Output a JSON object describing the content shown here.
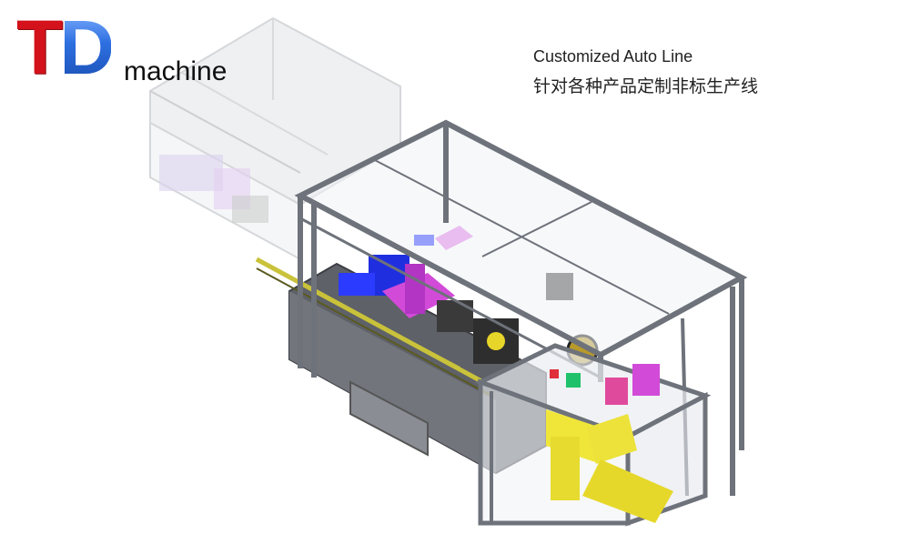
{
  "logo": {
    "letter_t": "T",
    "letter_d": "D",
    "word": "machine",
    "colors": {
      "t": "#d3121b",
      "d": "#2f6fd6"
    }
  },
  "caption": {
    "title_en": "Customized Auto Line",
    "title_cn": "针对各种产品定制非标生产线"
  },
  "illustration": {
    "subject": "isometric-render-automatic-production-line",
    "colors": {
      "frame": "#7d8088",
      "panel": "#dfe4ea",
      "blue": "#1f2fe0",
      "magenta": "#d24bd8",
      "yellow": "#f0e63a",
      "green": "#1fc26a",
      "red": "#e0303a"
    }
  }
}
